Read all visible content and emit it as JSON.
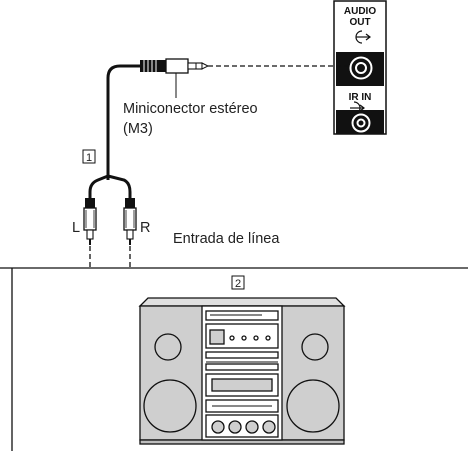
{
  "panel": {
    "audio_out_label_line1": "AUDIO",
    "audio_out_label_line2": "OUT",
    "ir_in_label": "IR IN"
  },
  "cable": {
    "plug_label_line1": "Miniconector estéreo",
    "plug_label_line2": "(M3)",
    "item_number": "1",
    "left_label": "L",
    "right_label": "R"
  },
  "device": {
    "input_label": "Entrada de línea",
    "item_number": "2"
  }
}
